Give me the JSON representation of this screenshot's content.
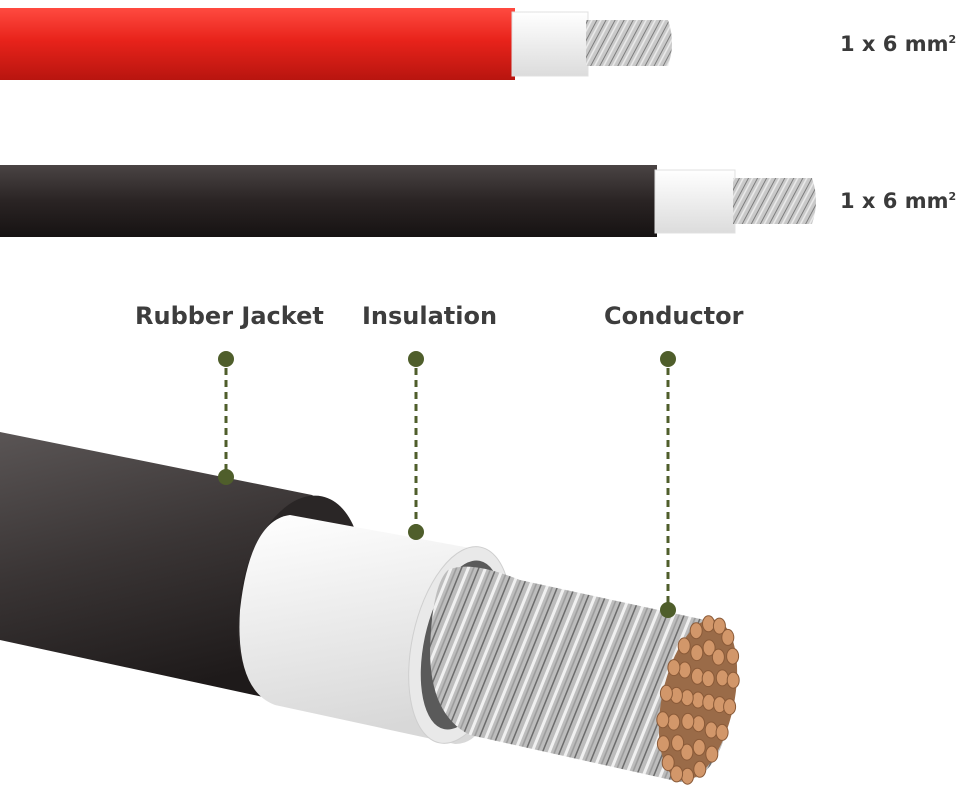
{
  "cables": [
    {
      "color_name": "red",
      "jacket_color": "#e8231b",
      "spec_text": "1 x 6 mm",
      "spec_sup": "2"
    },
    {
      "color_name": "black",
      "jacket_color": "#2a2424",
      "spec_text": "1 x 6 mm",
      "spec_sup": "2"
    }
  ],
  "callouts": [
    {
      "id": "rubber-jacket",
      "label": "Rubber Jacket"
    },
    {
      "id": "insulation",
      "label": "Insulation"
    },
    {
      "id": "conductor",
      "label": "Conductor"
    }
  ],
  "colors": {
    "callout_marker": "#4f5e2b",
    "insulation": "#f4f4f4",
    "strands": "#bfbfbf",
    "copper": "#d2976a"
  }
}
